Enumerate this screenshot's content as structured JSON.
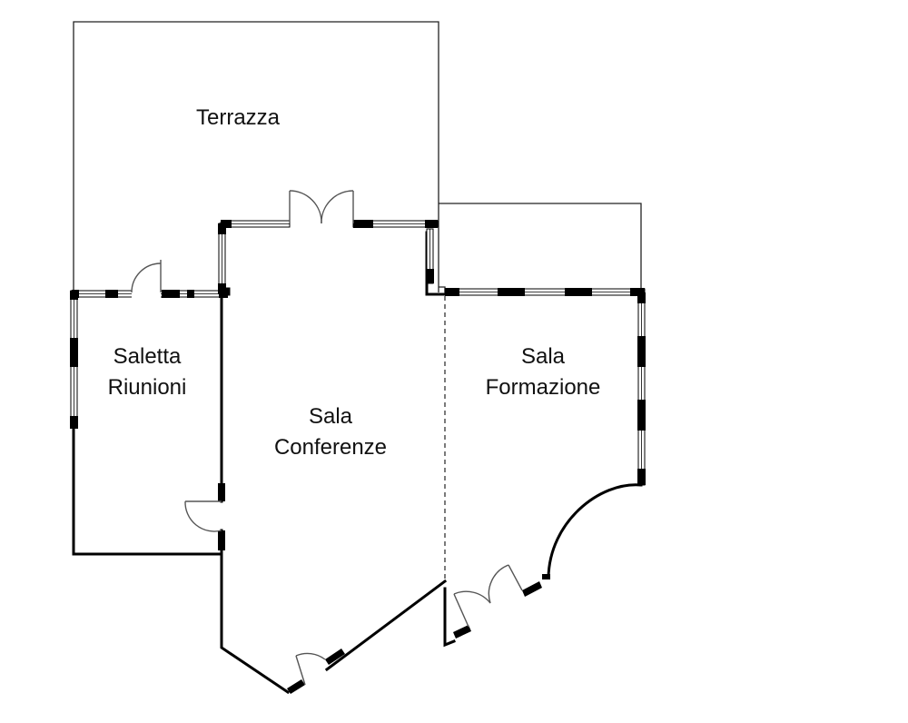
{
  "rooms": {
    "terrazza": {
      "line1": "Terrazza"
    },
    "saletta_riunioni": {
      "line1": "Saletta",
      "line2": "Riunioni"
    },
    "sala_conferenze": {
      "line1": "Sala",
      "line2": "Conferenze"
    },
    "sala_formazione": {
      "line1": "Sala",
      "line2": "Formazione"
    }
  },
  "colors": {
    "wall": "#000000",
    "thin_line": "#222222",
    "door": "#555555",
    "window_fill": "#ffffff"
  }
}
